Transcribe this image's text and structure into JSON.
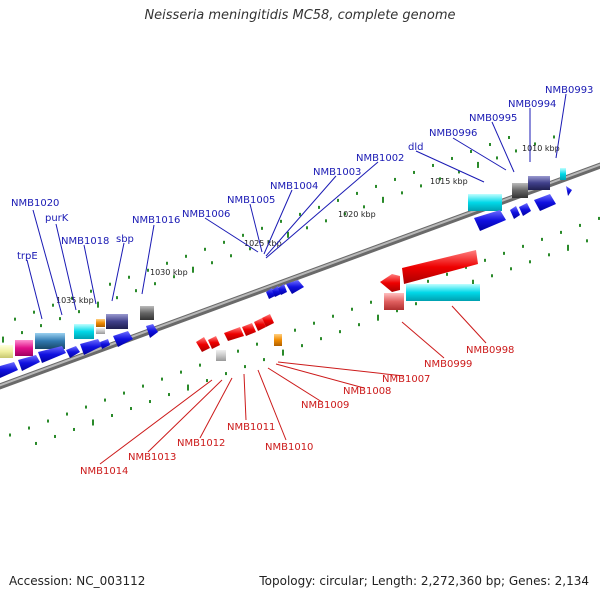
{
  "title": "Neisseria meningitidis MC58, complete genome",
  "accession": "Accession: NC_003112",
  "summary": "Topology: circular; Length: 2,272,360 bp; Genes: 2,134",
  "colors": {
    "top_label": "#1a1ab4",
    "bottom_label": "#cc1a1a",
    "tick_mark": "#2a8a2a",
    "backbone": "#888888"
  },
  "position_labels": [
    "1010 kbp",
    "1015 kbp",
    "1020 kbp",
    "1025 kbp",
    "1030 kbp",
    "1035 kbp"
  ],
  "top_genes": [
    "NMB0993",
    "NMB0994",
    "NMB0995",
    "NMB0996",
    "dld",
    "NMB1002",
    "NMB1003",
    "NMB1004",
    "NMB1005",
    "NMB1006",
    "NMB1016",
    "sbp",
    "NMB1018",
    "purK",
    "NMB1020",
    "trpE"
  ],
  "bottom_genes": [
    "NMB0998",
    "NMB0999",
    "NMB1007",
    "NMB1008",
    "NMB1009",
    "NMB1010",
    "NMB1011",
    "NMB1012",
    "NMB1013",
    "NMB1014"
  ]
}
